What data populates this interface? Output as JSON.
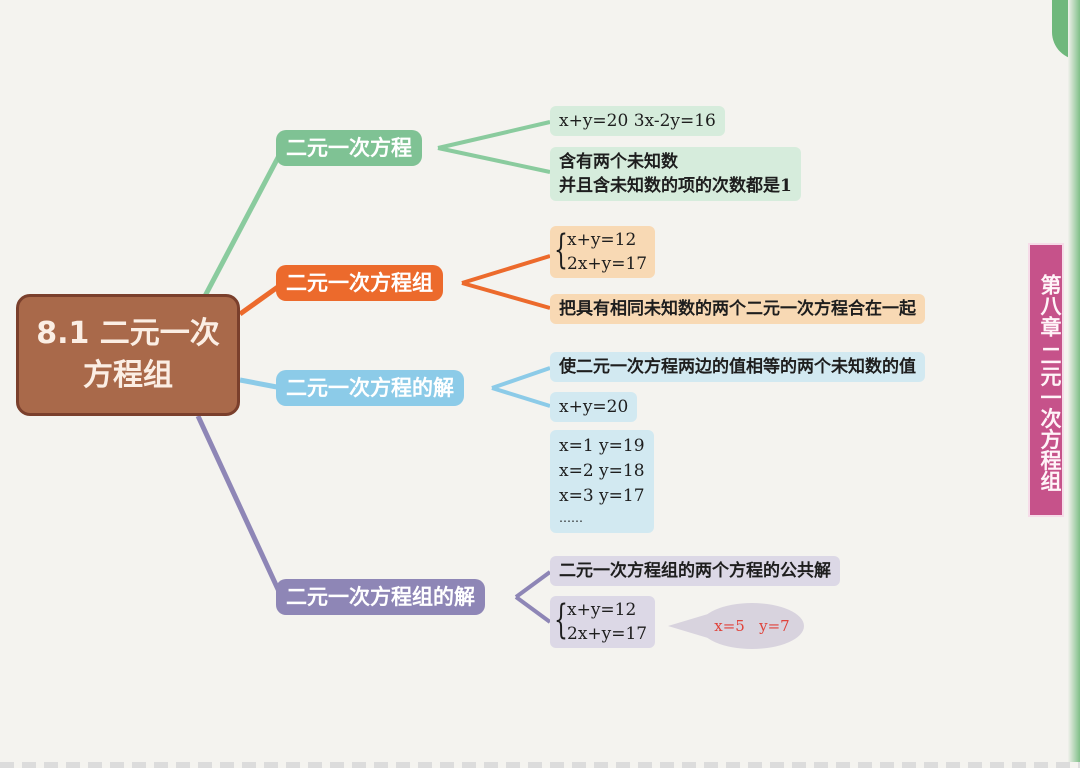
{
  "root": {
    "line1": "8.1 二元一次",
    "line2": "方程组",
    "color": "#a9694a",
    "border": "#7a3f2c"
  },
  "chapter_tab": {
    "label": "第八章 二元一次方程组",
    "color": "#c6528a"
  },
  "branches": [
    {
      "label": "二元一次方程",
      "color": "#7fc294",
      "leaf_color": "#d6ecdc",
      "leaves": [
        {
          "lines": [
            "x+y=20  3x-2y=16"
          ]
        },
        {
          "lines": [
            "含有两个未知数",
            "并且含未知数的项的次数都是1"
          ]
        }
      ]
    },
    {
      "label": "二元一次方程组",
      "color": "#ec6a2c",
      "leaf_color": "#f8d9b4",
      "leaves": [
        {
          "system": [
            "x+y=12",
            "2x+y=17"
          ]
        },
        {
          "lines": [
            "把具有相同未知数的两个二元一次方程合在一起"
          ]
        }
      ]
    },
    {
      "label": "二元一次方程的解",
      "color": "#8ccbe8",
      "leaf_color": "#d2e9f1",
      "leaves": [
        {
          "lines": [
            "使二元一次方程两边的值相等的两个未知数的值"
          ]
        },
        {
          "lines": [
            "x+y=20"
          ]
        },
        {
          "lines": [
            "x=1  y=19",
            "x=2  y=18",
            "x=3  y=17",
            "……"
          ]
        }
      ]
    },
    {
      "label": "二元一次方程组的解",
      "color": "#8e86b6",
      "leaf_color": "#dcd8e6",
      "leaves": [
        {
          "lines": [
            "二元一次方程组的两个方程的公共解"
          ]
        },
        {
          "system": [
            "x+y=12",
            "2x+y=17"
          ]
        }
      ],
      "callout": {
        "text": "x=5   y=7",
        "color": "#e0423a"
      }
    }
  ]
}
